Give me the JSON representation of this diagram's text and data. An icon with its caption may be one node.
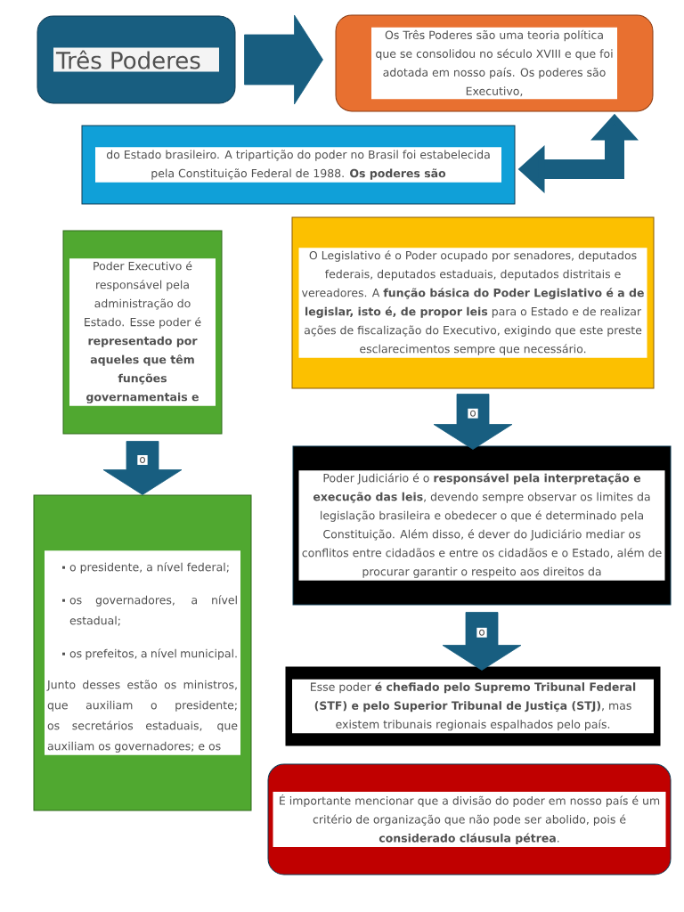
{
  "diagram": {
    "nodes": [
      {
        "text": [
          "Três Poderes"
        ]
      },
      {
        "text": [
          "Os Três Poderes são uma teoria política que se consolidou no século XVIII e que foi adotada em nosso país. Os poderes são Executivo,"
        ]
      },
      {
        "text": [
          "do Estado brasileiro. A tripartição do poder no Brasil foi estabelecida pela Constituição Federal de 1988. **Os poderes são**"
        ]
      },
      {
        "text": [
          "Poder Executivo é responsável pela administração do Estado. Esse poder é **representado por aqueles que têm funções governamentais e**"
        ]
      },
      {
        "text": [
          "O Legislativo é o Poder ocupado por senadores, deputados federais, deputados estaduais, deputados distritais e vereadores. A **função básica do Poder Legislativo é a de legislar, isto é, de propor leis** para o Estado e de realizar ações de fiscalização do Executivo, exigindo que este preste esclarecimentos sempre que necessário."
        ]
      },
      {
        "text": [
          "o presidente, a nível federal;",
          "os governadores, a nível estadual;",
          "os prefeitos, a nível municipal.",
          "Junto desses estão os ministros, que auxiliam o presidente; os secretários estaduais, que auxiliam os governadores; e os"
        ]
      },
      {
        "text": [
          "Poder Judiciário é o **responsável pela interpretação e execução das leis**, devendo sempre observar os limites da legislação brasileira e obedecer o que é determinado pela Constituição. Além disso, é dever do Judiciário mediar os conflitos entre cidadãos e entre os cidadãos e o Estado, além de procurar garantir o respeito aos direitos da"
        ]
      },
      {
        "text": [
          "Esse poder **é chefiado pelo Supremo Tribunal Federal (STF) e pelo Superior Tribunal de Justiça (STJ)**, mas existem tribunais regionais espalhados pelo país."
        ]
      },
      {
        "text": [
          "É importante mencionar que a divisão do poder em nosso país é um critério de organização que não pode ser abolido, pois é **considerado cláusula pétrea**."
        ]
      }
    ],
    "edges": [
      {
        "from": 0,
        "to": 1,
        "arrow": "to"
      },
      {
        "from": 1,
        "to": 2,
        "arrow": "both"
      },
      {
        "from": 3,
        "to": 5,
        "arrow": "to",
        "label": "o"
      },
      {
        "from": 4,
        "to": 6,
        "arrow": "to",
        "label": "o"
      },
      {
        "from": 6,
        "to": 7,
        "arrow": "to",
        "label": "o"
      }
    ]
  }
}
